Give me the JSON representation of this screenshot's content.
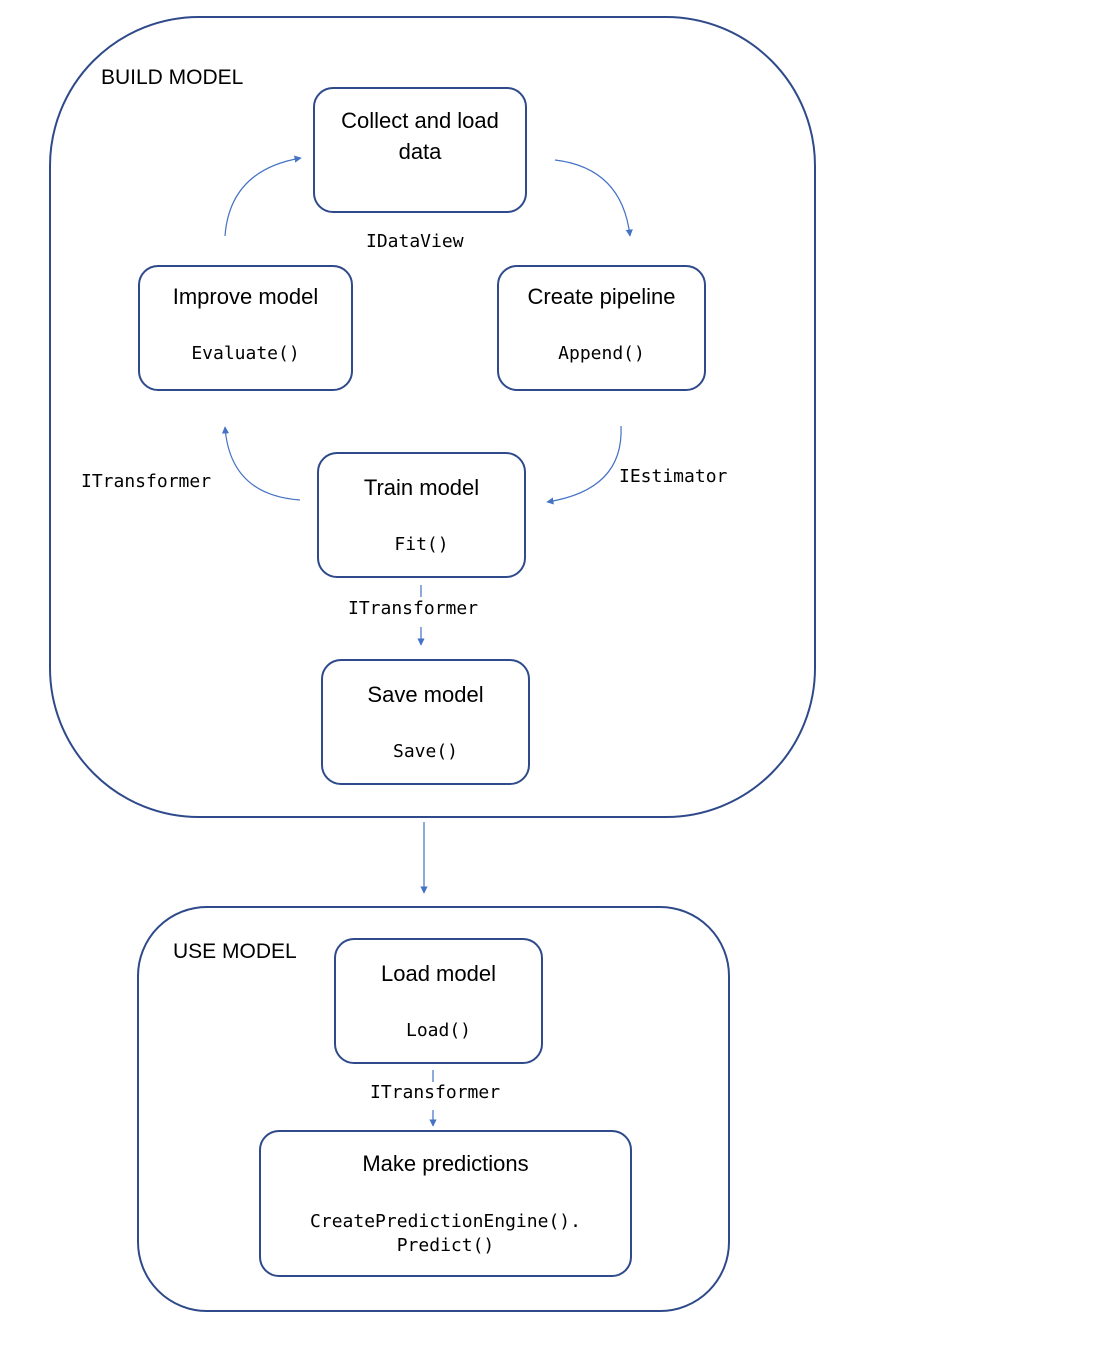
{
  "sections": {
    "build": {
      "label": "BUILD MODEL"
    },
    "use": {
      "label": "USE MODEL"
    }
  },
  "nodes": {
    "collect": {
      "title": "Collect and load\ndata"
    },
    "pipeline": {
      "title": "Create pipeline",
      "method": "Append()"
    },
    "train": {
      "title": "Train model",
      "method": "Fit()"
    },
    "improve": {
      "title": "Improve model",
      "method": "Evaluate()"
    },
    "save": {
      "title": "Save model",
      "method": "Save()"
    },
    "load": {
      "title": "Load model",
      "method": "Load()"
    },
    "predict": {
      "title": "Make predictions",
      "method": "CreatePredictionEngine().\nPredict()"
    }
  },
  "edges": {
    "collect_to_pipeline": {
      "label": "IDataView"
    },
    "pipeline_to_train": {
      "label": "IEstimator"
    },
    "train_to_improve": {
      "label": "ITransformer"
    },
    "train_to_save": {
      "label": "ITransformer"
    },
    "load_to_predict": {
      "label": "ITransformer"
    }
  },
  "colors": {
    "border": "#2f4a8a",
    "arrow": "#4472c4",
    "text": "#000000"
  }
}
